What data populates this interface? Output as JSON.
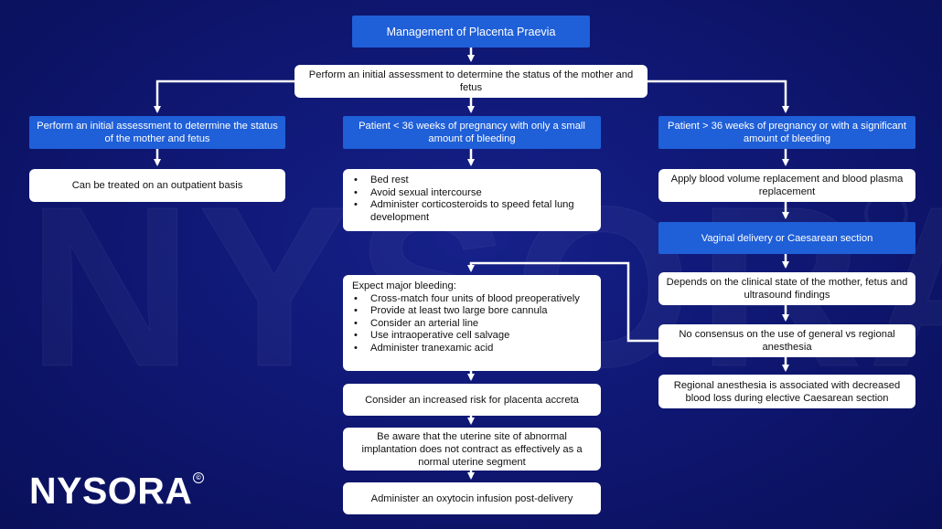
{
  "title": "Management of Placenta Praevia",
  "root": "Perform an initial assessment to determine the status of the mother and fetus",
  "left": {
    "header": "Perform an initial assessment to determine the status of the mother and fetus",
    "step1": "Can be treated on an outpatient basis"
  },
  "middle": {
    "header": "Patient < 36 weeks of pregnancy with only a small amount of bleeding",
    "care": [
      "Bed rest",
      "Avoid sexual intercourse",
      "Administer corticosteroids to speed fetal lung development"
    ],
    "bleeding_intro": "Expect major bleeding:",
    "bleeding": [
      "Cross-match four units of blood preoperatively",
      "Provide at least two large bore cannula",
      "Consider an arterial line",
      "Use intraoperative cell salvage",
      "Administer tranexamic acid"
    ],
    "accreta": "Consider an increased risk for placenta accreta",
    "uterine": "Be aware that the uterine site of abnormal implantation does not contract as effectively as a normal uterine segment",
    "oxytocin": "Administer an oxytocin infusion post-delivery"
  },
  "right": {
    "header": "Patient > 36 weeks of pregnancy or with a significant amount of bleeding",
    "replacement": "Apply blood volume replacement and blood plasma replacement",
    "delivery": "Vaginal delivery or Caesarean section",
    "depends": "Depends on the clinical state of the mother, fetus and ultrasound findings",
    "consensus": "No consensus on the use of general vs regional anesthesia",
    "regional": "Regional anesthesia is associated with decreased blood loss during elective Caesarean section"
  },
  "logo": {
    "text": "NYSORA",
    "mark": "©"
  },
  "watermark": "NYSORA",
  "colors": {
    "background": "#0e1670",
    "header_box": "#1f5fd8",
    "content_box": "#ffffff",
    "connector": "#ffffff"
  }
}
